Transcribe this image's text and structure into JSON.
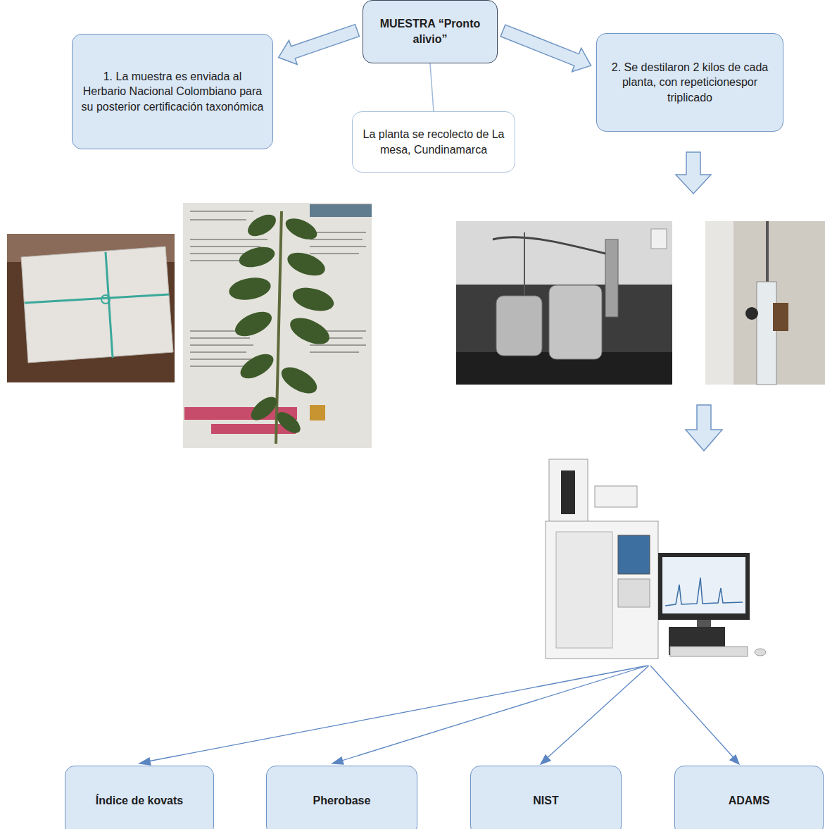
{
  "diagram": {
    "nodes": [
      {
        "text": [
          "MUESTRA “Pronto alivio”"
        ]
      },
      {
        "text": [
          "1. La muestra es enviada al Herbario Nacional Colombiano para su posterior certificación taxonómica"
        ]
      },
      {
        "text": [
          "La planta se recolecto de La mesa, Cundinamarca"
        ]
      },
      {
        "text": [
          "2. Se destilaron 2 kilos de cada planta, con repeticionespor triplicado"
        ]
      },
      {
        "text": [
          "Índice de kovats"
        ]
      },
      {
        "text": [
          "Pherobase"
        ]
      },
      {
        "text": [
          "NIST"
        ]
      },
      {
        "text": [
          "ADAMS"
        ]
      }
    ],
    "edges": [
      {
        "from": 0,
        "to": 1,
        "arrow": "to"
      },
      {
        "from": 0,
        "to": 2,
        "arrow": "none"
      },
      {
        "from": 0,
        "to": 3,
        "arrow": "to"
      }
    ]
  }
}
